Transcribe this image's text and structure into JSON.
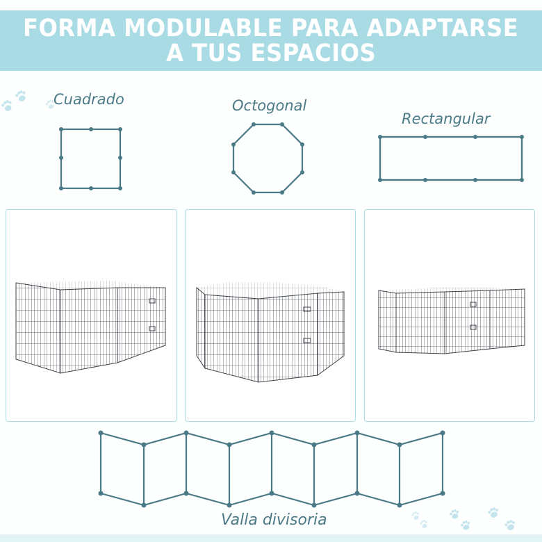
{
  "header": {
    "line1": "FORMA MODULABLE PARA ADAPTARSE",
    "line2": "A TUS ESPACIOS",
    "background_color": "#a9dbe5",
    "text_color": "#ffffff"
  },
  "shapes": [
    {
      "label": "Cuadrado",
      "type": "square",
      "icon": "square-layout-icon"
    },
    {
      "label": "Octogonal",
      "type": "octagon",
      "icon": "octagon-layout-icon"
    },
    {
      "label": "Rectangular",
      "type": "rectangle",
      "icon": "rectangle-layout-icon"
    }
  ],
  "panels": [
    {
      "name": "square-playpen",
      "icon": "square-playpen-image"
    },
    {
      "name": "octagonal-playpen",
      "icon": "octagonal-playpen-image"
    },
    {
      "name": "rectangular-playpen",
      "icon": "rectangular-playpen-image"
    }
  ],
  "divider": {
    "label": "Valla divisoria",
    "icon": "zigzag-fence-icon"
  },
  "colors": {
    "diagram_stroke": "#4a7a86",
    "panel_border": "#a9dde6",
    "paw_print": "#c3e4ec",
    "bottom_band": "#e2f3f6"
  },
  "decorations": [
    "paw-print-icon"
  ]
}
